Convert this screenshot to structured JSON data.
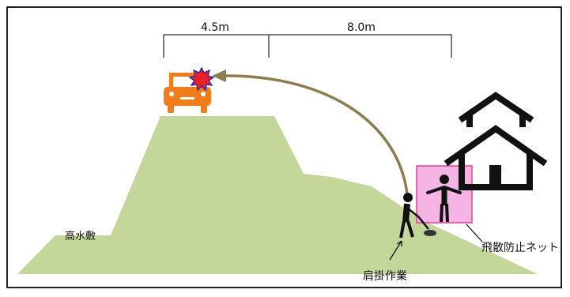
{
  "dimensions": {
    "left_label": "4.5m",
    "right_label": "8.0m"
  },
  "labels": {
    "high_water_bed": "高水敷",
    "shoulder_work": "肩掛作業",
    "scatter_net": "飛散防止ネット"
  },
  "colors": {
    "embankment": "#c4d79b",
    "car": "#f07d1a",
    "impact": "#e8202a",
    "trajectory": "#8d7c4e",
    "net": "#f6b4e4",
    "net_border": "#e03a8e",
    "ink": "#111111"
  },
  "icons": {
    "vehicle": "car-icon",
    "impact": "burst-icon",
    "building": "house-icon",
    "worker": "trimmer-worker-icon",
    "bystander": "person-icon"
  }
}
